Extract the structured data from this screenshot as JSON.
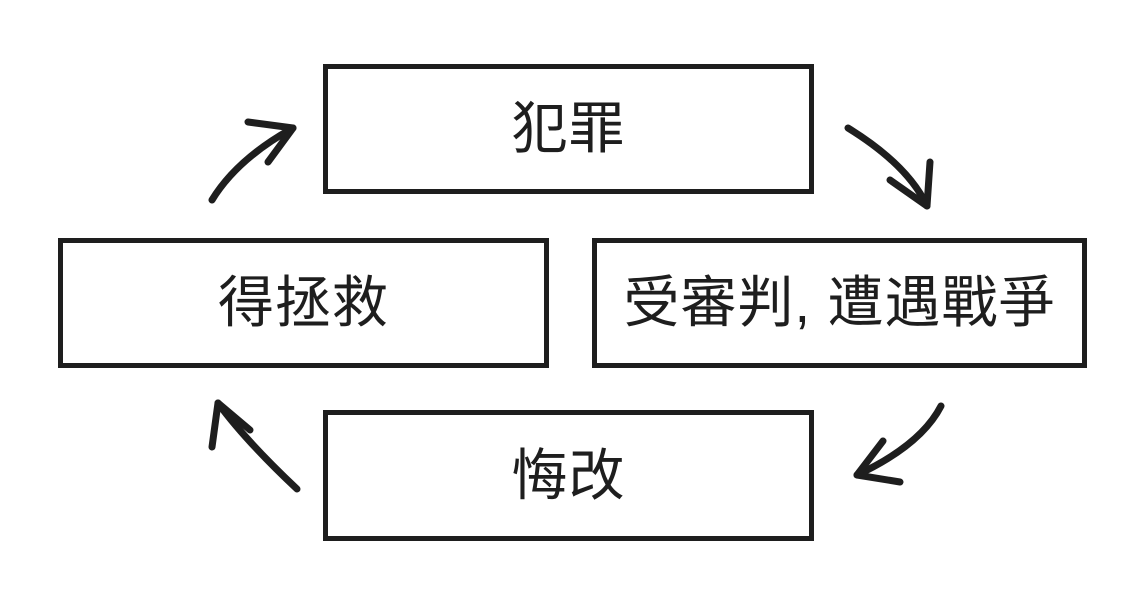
{
  "diagram": {
    "type": "cycle",
    "colors": {
      "stroke": "#1e1e1e",
      "background": "#ffffff",
      "text": "#1e1e1e"
    },
    "nodes": {
      "top": {
        "label": "犯罪"
      },
      "right": {
        "label": "受審判, 遭遇戰爭"
      },
      "bottom": {
        "label": "悔改"
      },
      "left": {
        "label": "得拯救"
      }
    },
    "edges": [
      {
        "from": "犯罪",
        "to": "受審判, 遭遇戰爭",
        "name": "arrow-crime-to-judgment"
      },
      {
        "from": "受審判, 遭遇戰爭",
        "to": "悔改",
        "name": "arrow-judgment-to-repentance"
      },
      {
        "from": "悔改",
        "to": "得拯救",
        "name": "arrow-repentance-to-salvation"
      },
      {
        "from": "得拯救",
        "to": "犯罪",
        "name": "arrow-salvation-to-crime"
      }
    ]
  }
}
